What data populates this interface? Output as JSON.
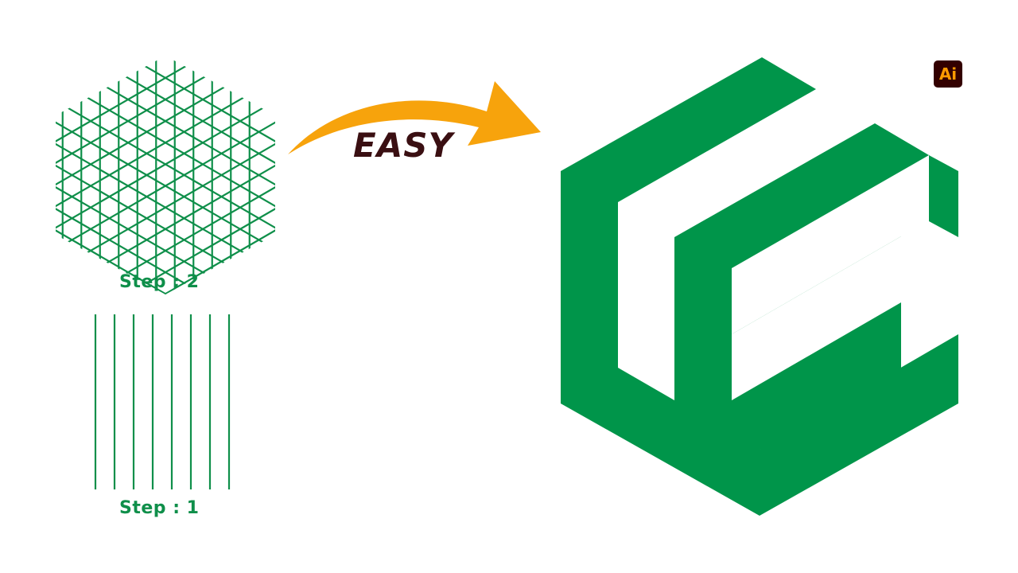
{
  "labels": {
    "step2": "Step : 2",
    "step1": "Step : 1",
    "easy": "EASY",
    "app_badge": "Ai"
  },
  "colors": {
    "logo_green": "#00954a",
    "grid_green": "#0f8f4a",
    "arrow_orange": "#f7a30c",
    "text_dark": "#3a0f12",
    "badge_bg": "#330000",
    "badge_text": "#ff9a00"
  },
  "icons": {
    "arrow": "curved-arrow-icon",
    "logo": "hexagon-g-logo",
    "badge": "adobe-illustrator-icon"
  }
}
